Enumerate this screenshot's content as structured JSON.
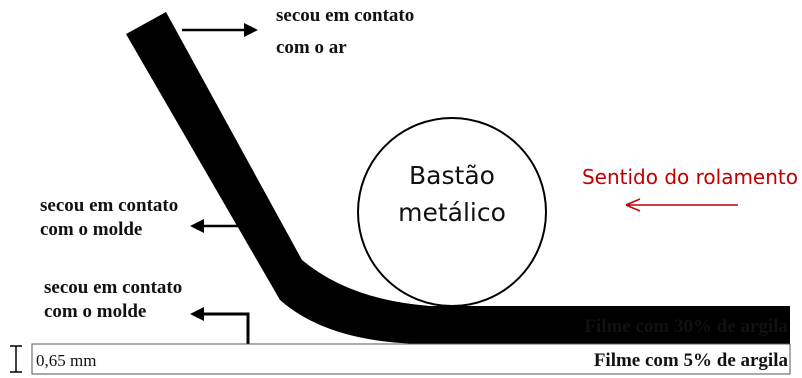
{
  "labels": {
    "top_left": [
      "secou em contato",
      "com o  ar"
    ],
    "middle_left": [
      "secou em contato",
      "com o molde"
    ],
    "bottom_left": [
      "secou em contato",
      "com o molde"
    ]
  },
  "roller": [
    "Bastão",
    "metálico"
  ],
  "direction_label": "Sentido do rolamento",
  "film_30": "Filme com 30% de argila",
  "film_5": "Filme com 5% de argila",
  "thickness": "0,65 mm",
  "colors": {
    "film": "#000000",
    "direction": "#c00000",
    "text": "#111111"
  }
}
